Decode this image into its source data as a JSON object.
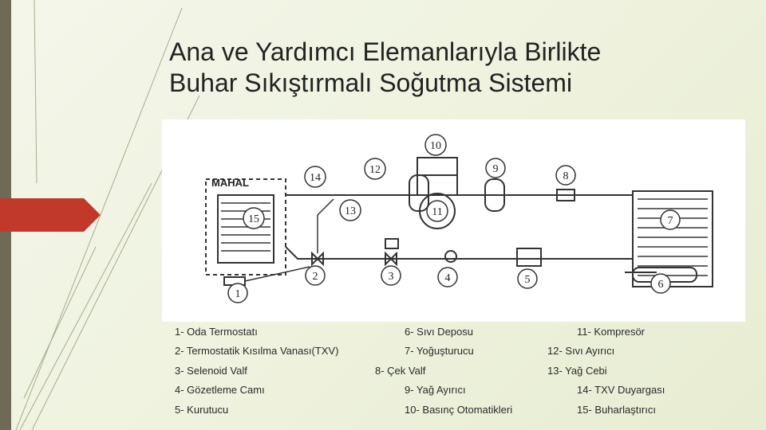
{
  "slide": {
    "title_line1": "Ana ve Yardımcı Elemanlarıyla Birlikte",
    "title_line2": "Buhar Sıkıştırmalı Soğutma Sistemi"
  },
  "diagram": {
    "room_label": "MAHAL",
    "component_numbers": [
      "1",
      "2",
      "3",
      "4",
      "5",
      "6",
      "7",
      "8",
      "9",
      "10",
      "11",
      "12",
      "13",
      "14",
      "15"
    ]
  },
  "legend": {
    "items": [
      "1- Oda Termostatı",
      "2- Termostatik Kısılma Vanası(TXV)",
      "3- Selenoid Valf",
      "4- Gözetleme Camı",
      "5- Kurutucu",
      "6- Sıvı Deposu",
      "7- Yoğuşturucu",
      "8- Çek Valf",
      "9- Yağ Ayırıcı",
      "10- Basınç Otomatikleri",
      "11- Kompresör",
      "12- Sıvı Ayırıcı",
      "13- Yağ Cebi",
      "14- TXV Duyargası",
      "15- Buharlaştırıcı"
    ]
  },
  "colors": {
    "accent": "#c0392b",
    "sidebar": "#6f6a55"
  }
}
